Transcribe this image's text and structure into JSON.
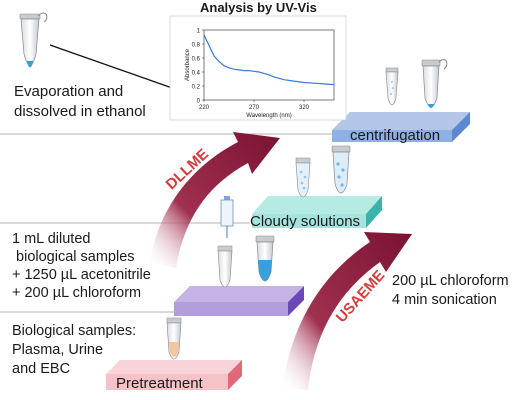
{
  "chart_inset": {
    "title": "Analysis by UV-Vis",
    "xlabel": "Wavelength (nm)",
    "ylabel": "Absorbance",
    "x_ticks": [
      "220",
      "270",
      "320"
    ],
    "y_ticks": [
      "0",
      "0.2",
      "0.4",
      "0.6",
      "0.8",
      "1"
    ]
  },
  "chart_data": {
    "type": "line",
    "title": "Analysis by UV-Vis",
    "xlabel": "Wavelength (nm)",
    "ylabel": "Absorbance",
    "xlim": [
      220,
      350
    ],
    "ylim": [
      0,
      1
    ],
    "grid": false,
    "x": [
      220,
      225,
      230,
      235,
      240,
      245,
      250,
      255,
      260,
      265,
      270,
      275,
      280,
      285,
      290,
      295,
      300,
      310,
      320,
      330,
      340,
      350
    ],
    "series": [
      {
        "values": [
          0.93,
          0.78,
          0.63,
          0.55,
          0.49,
          0.46,
          0.44,
          0.43,
          0.42,
          0.42,
          0.41,
          0.4,
          0.38,
          0.36,
          0.33,
          0.31,
          0.29,
          0.27,
          0.25,
          0.24,
          0.23,
          0.22
        ]
      }
    ]
  },
  "labels": {
    "evaporation": "Evaporation and\ndissolved in ethanol",
    "sample_prep": "1 mL diluted\n biological samples\n+ 1250 µL acetonitrile\n+ 200 µL chloroform",
    "bio_samples": "Biological samples:\nPlasma, Urine\nand EBC",
    "usaeme_conditions": "200 µL chloroform\n4 min sonication"
  },
  "steps": {
    "centrifugation": "centrifugation",
    "cloudy": "Cloudy solutions",
    "pretreatment": "Pretreatment"
  },
  "methods": {
    "dllme": "DLLME",
    "usaeme": "USAEME"
  },
  "colors": {
    "centrifugation_plate": "#b3c6e8",
    "cloudy_plate": "#a6e3dd",
    "purple_plate": "#b39ddb",
    "pretreatment_plate": "#f4c2c7",
    "arrow": "#8e1e3c",
    "line": "#3d7ad6",
    "tube_blue": "#3aa0dc"
  }
}
